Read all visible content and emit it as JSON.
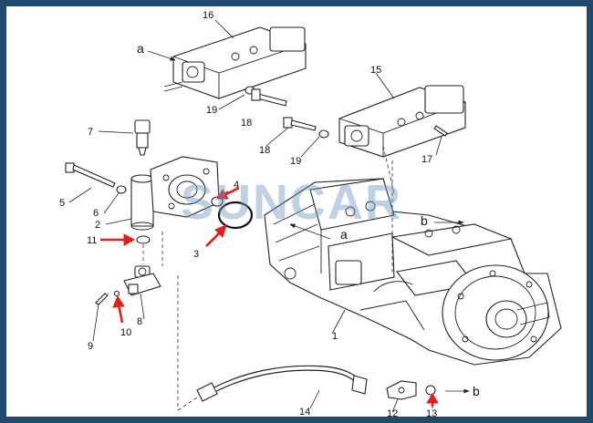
{
  "watermark": "SUNCAR",
  "labels": {
    "p1": "1",
    "p2": "2",
    "p3": "3",
    "p4": "4",
    "p5": "5",
    "p6": "6",
    "p7": "7",
    "p8": "8",
    "p9": "9",
    "p10": "10",
    "p11": "11",
    "p12": "12",
    "p13": "13",
    "p14": "14",
    "p15": "15",
    "p16": "16",
    "p17": "17",
    "p18a": "18",
    "p18b": "18",
    "p19a": "19",
    "p19b": "19",
    "a_top": "a",
    "a_mid": "a",
    "b_right": "b",
    "b_bottom": "b"
  },
  "colors": {
    "border": "#1f4a6e",
    "highlight_arrow": "#e0201a",
    "watermark": "#6e9bc4"
  }
}
